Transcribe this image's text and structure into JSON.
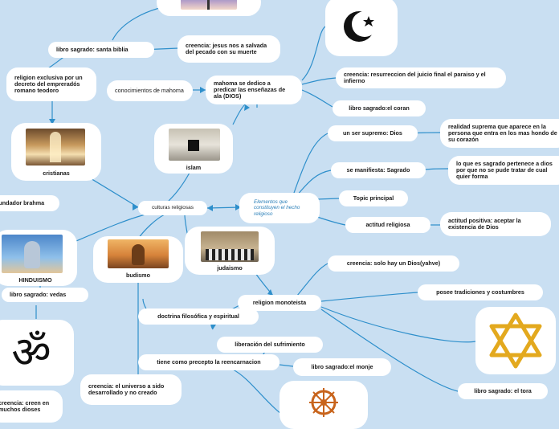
{
  "center": "culturas religiosas",
  "branches": {
    "cristianas": {
      "label": "cristianas",
      "religion_exclusiva": "religion exclusiva por un decreto del empreradós romano teodoro",
      "libro": "libro sagrado: santa biblia",
      "creencia": "creencia: jesus nos a salvada del pecado con su muerte"
    },
    "islam": {
      "label": "islam",
      "mahoma": "mahoma se dedico a predicar las enseñazas de ala (DIOS)",
      "conocimientos": "conocimientos de mahoma",
      "creencia": "creencia: resurreccion del juicio final el paraiso y el infierno",
      "libro": "libro sagrado:el coran"
    },
    "elementos": {
      "label": "Elementos que constituyen el hecho religioso",
      "ser_supremo": "un ser supremo: Dios",
      "realidad": "realidad suprema que aparece en la persona que entra en los mas hondo de su corazón",
      "sagrado": "se manifiesta: Sagrado",
      "sagrado_desc": "lo que es sagrado pertenece a dios por que no se pude tratar de cual quier forma",
      "topic": "Topic principal",
      "actitud": "actitud religiosa",
      "actitud_desc": "actitud positiva: aceptar la existencia de Dios"
    },
    "judaismo": {
      "label": "judaismo",
      "monoteista": "religion monoteista",
      "creencia": "creencia: solo hay un Dios(yahve)",
      "tradiciones": "posee tradiciones y costumbres",
      "libro": "libro sagrado: el tora"
    },
    "budismo": {
      "label": "budismo",
      "doctrina": "doctrina filosófica y espiritual",
      "liberacion": "liberación del sufrimiento",
      "precepto": "tiene como precepto la reencarnacion",
      "libro": "libro sagrado:el monje",
      "creencia": "creencia: el universo a sido desarrollado y no creado"
    },
    "hinduismo": {
      "label": "HINDUISMO",
      "libro": "libro sagrado: vedas",
      "fundador": "fundador brahma",
      "creencia": "creencia: creen en muchos dioses"
    }
  },
  "colors": {
    "background": "#c9dff2",
    "link": "#2e8fcb",
    "node": "#ffffff",
    "accent_text": "#2a7fb8"
  }
}
